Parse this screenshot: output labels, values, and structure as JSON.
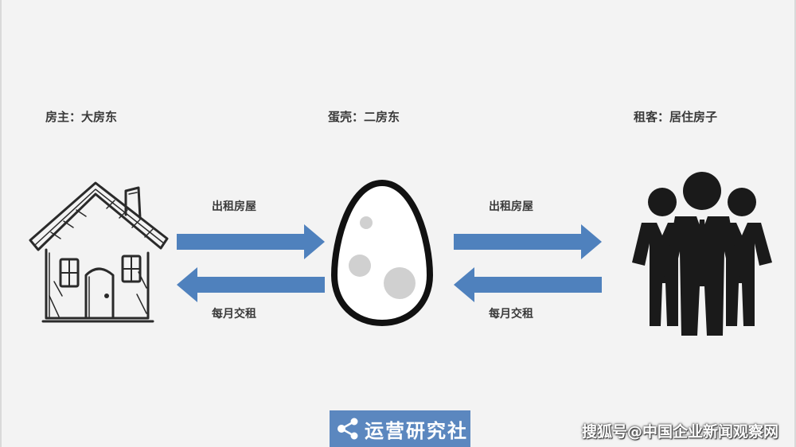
{
  "roles": {
    "landlord": "房主：大房东",
    "dank": "蛋壳：二房东",
    "tenant": "租客：居住房子"
  },
  "flows": {
    "left_rent_out": "出租房屋",
    "left_pay": "每月交租",
    "right_rent_out": "出租房屋",
    "right_pay": "每月交租"
  },
  "icons": {
    "landlord": "house-icon",
    "dank": "egg-icon",
    "tenant": "people-group-icon",
    "brand": "share-icon"
  },
  "brand": {
    "name": "运营研究社"
  },
  "watermark": {
    "text": "搜狐号@中国企业新闻观察网"
  },
  "colors": {
    "arrow": "#4f81bd",
    "background": "#f3f3f3",
    "brand_bg": "#5b87bf",
    "figure": "#1a1a1a"
  }
}
